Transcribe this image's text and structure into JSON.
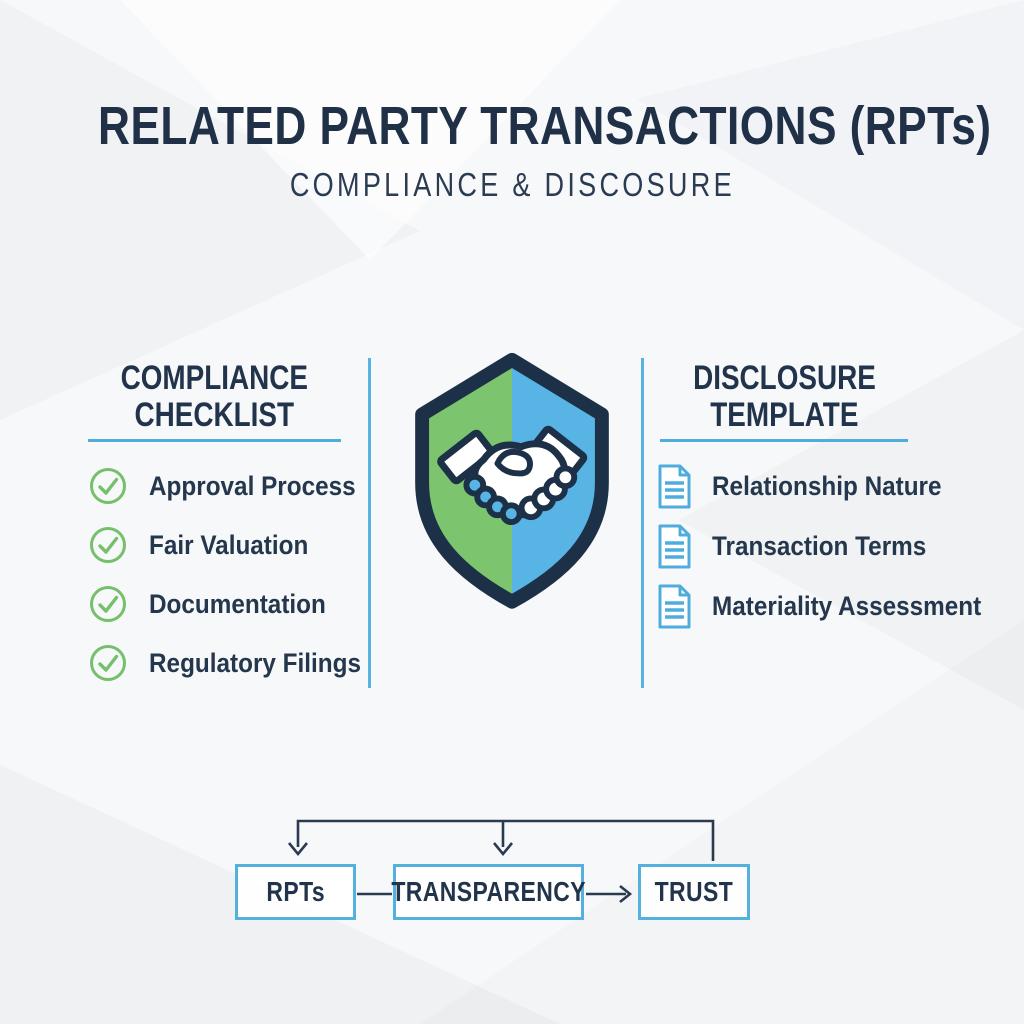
{
  "header": {
    "title": "RELATED PARTY TRANSACTIONS (RPTs)",
    "subtitle": "COMPLIANCE & DISCOSURE"
  },
  "compliance": {
    "heading_line1": "COMPLIANCE",
    "heading_line2": "CHECKLIST",
    "items": [
      "Approval Process",
      "Fair Valuation",
      "Documentation",
      "Regulatory Filings"
    ],
    "item_icon": "check-circle-icon"
  },
  "disclosure": {
    "heading_line1": "DISCLOSURE",
    "heading_line2": "TEMPLATE",
    "items": [
      "Relationship Nature",
      "Transaction Terms",
      "Materiality Assessment"
    ],
    "item_icon": "document-icon"
  },
  "center_icon": "shield-handshake-icon",
  "flow": {
    "nodes": [
      "RPTs",
      "TRANSPARENCY",
      "TRUST"
    ]
  },
  "colors": {
    "navy_text": "#22344b",
    "accent_blue": "#4fadde",
    "accent_green": "#76bf6b",
    "shield_green": "#7cc46e",
    "shield_blue": "#58b4e4",
    "shield_border": "#1c3147",
    "connector_navy": "#2a3b50",
    "background": "#f7f8fa"
  }
}
